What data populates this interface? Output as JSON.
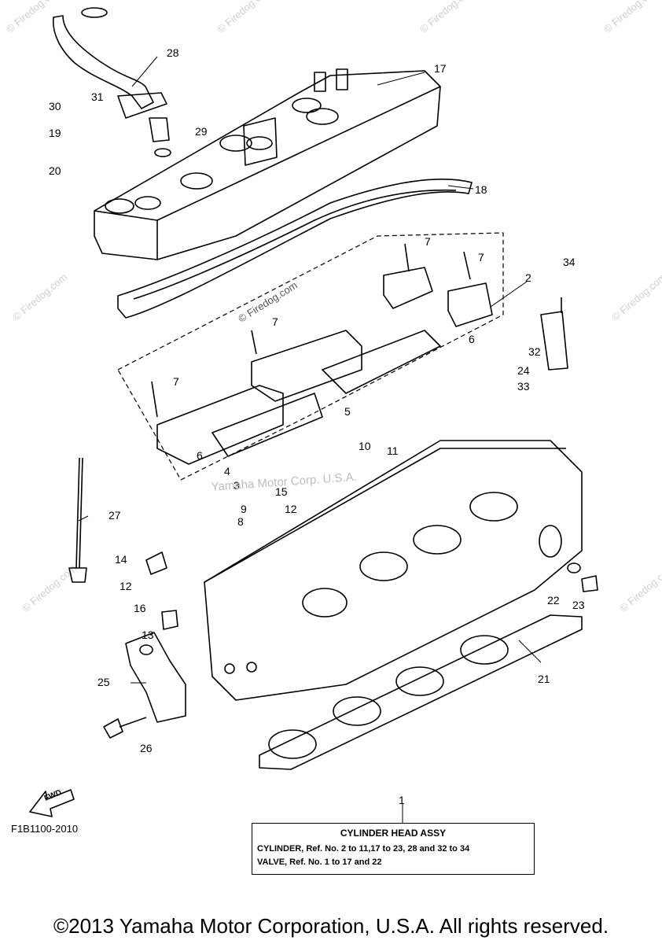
{
  "watermarks": [
    "© Firedog.com",
    "© Firedog.com",
    "© Firedog.com",
    "© Firedog.com",
    "© Firedog.com",
    "© Firedog.com",
    "© Firedog.com",
    "© Firedog.com"
  ],
  "center_watermark": "Yamaha Motor Corp. U.S.A.",
  "diagram_watermark": "© Firedog.com",
  "callouts": [
    "1",
    "2",
    "3",
    "4",
    "5",
    "6",
    "6",
    "7",
    "7",
    "7",
    "7",
    "8",
    "9",
    "10",
    "11",
    "12",
    "12",
    "13",
    "14",
    "15",
    "16",
    "17",
    "18",
    "19",
    "20",
    "21",
    "22",
    "23",
    "24",
    "25",
    "26",
    "27",
    "28",
    "29",
    "30",
    "31",
    "32",
    "33",
    "34"
  ],
  "fwd_label": "FWD",
  "diagram_code": "F1B1100-2010",
  "info_box": {
    "title": "CYLINDER HEAD ASSY",
    "line1": "CYLINDER, Ref. No. 2 to 11,17 to 23, 28 and 32 to 34",
    "line2": "VALVE, Ref. No. 1 to 17 and 22"
  },
  "copyright": "©2013 Yamaha Motor Corporation, U.S.A. All rights reserved."
}
